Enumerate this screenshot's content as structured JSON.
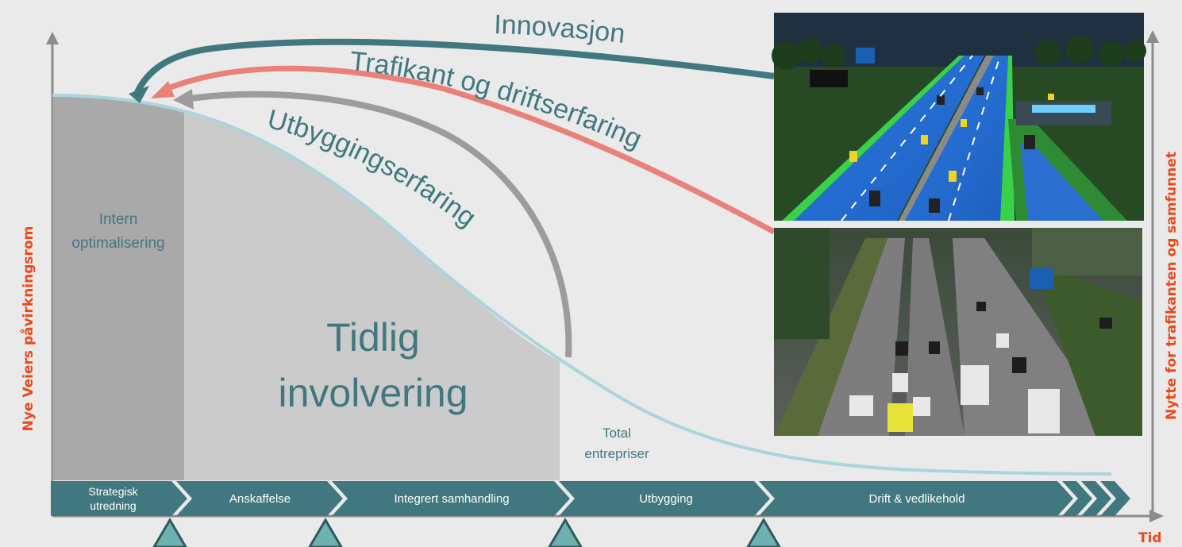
{
  "labels": {
    "y_axis_left": "Nye Veiers påvirkningsrom",
    "y_axis_right": "Nytte for trafikanten og samfunnet",
    "x_axis": "Tid"
  },
  "arrows": {
    "innovation": "Innovasjon",
    "traffic": "Trafikant og driftserfaring",
    "construction": "Utbyggingserfaring"
  },
  "regions": {
    "internal": [
      "Intern",
      "optimalisering"
    ],
    "early": [
      "Tidlig",
      "involvering"
    ],
    "total": [
      "Total",
      "entrepriser"
    ]
  },
  "phases": [
    [
      "Strategisk",
      "utredning"
    ],
    [
      "Anskaffelse"
    ],
    [
      "Integrert samhandling"
    ],
    [
      "Utbygging"
    ],
    [
      "Drift & vedlikehold"
    ]
  ],
  "colors": {
    "teal": "#41787f",
    "coral": "#e98178",
    "axis_label": "#e8491d",
    "curve": "#a9d5dc"
  }
}
